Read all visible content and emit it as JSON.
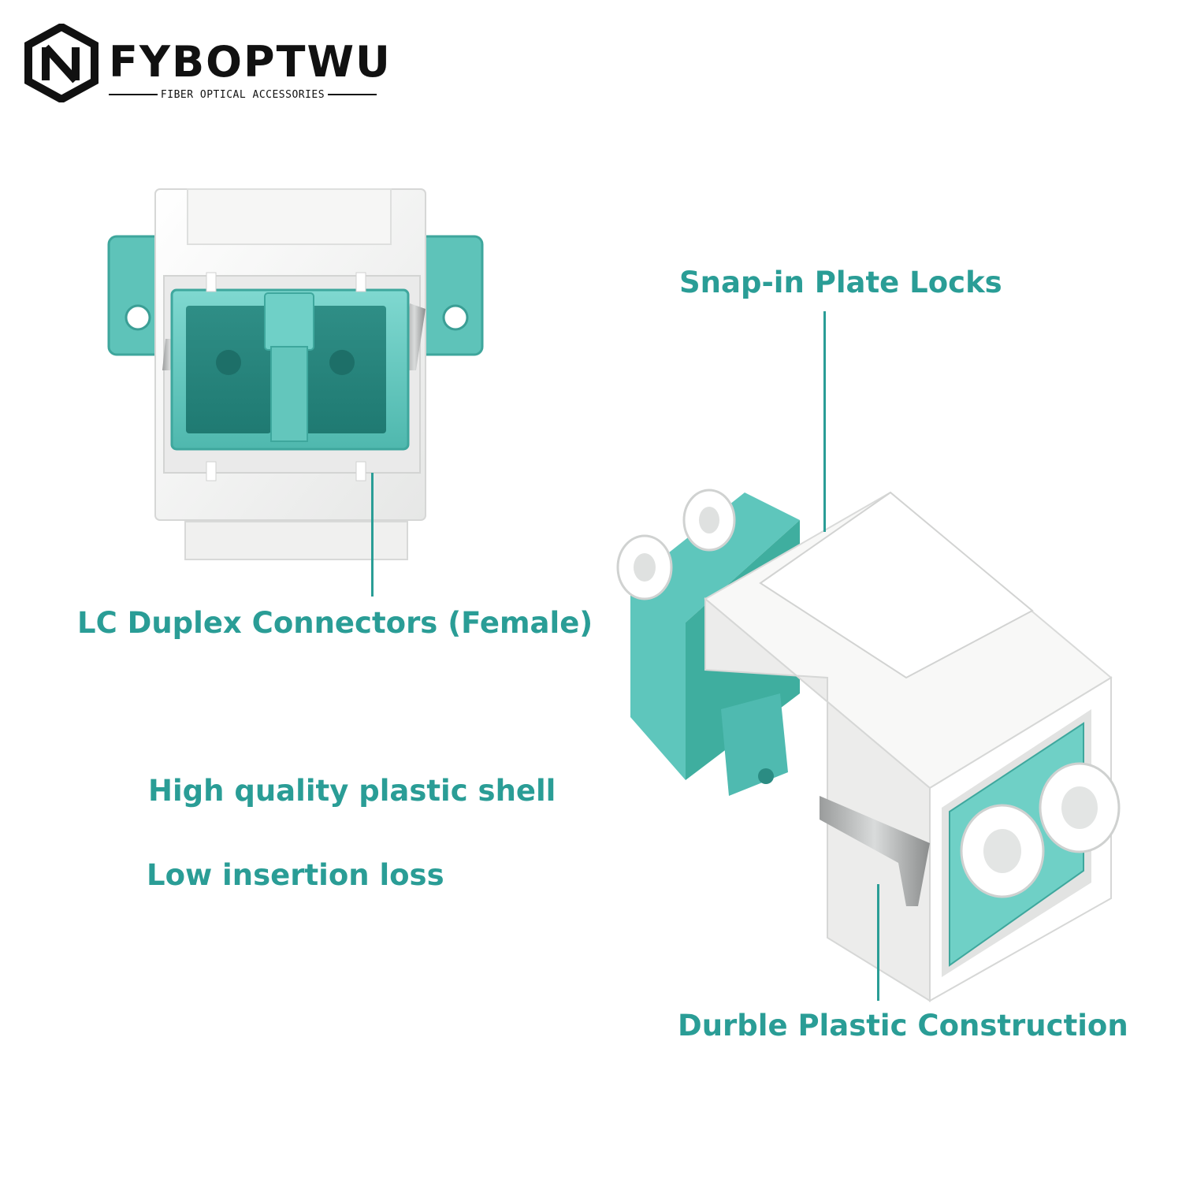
{
  "brand": {
    "name": "FYBOPTWU",
    "tagline": "FIBER OPTICAL ACCESSORIES"
  },
  "colors": {
    "accent": "#2a9d96",
    "product_teal": "#6fcfc7",
    "product_teal_dark": "#2f9e93",
    "shell_white": "#f7f7f5",
    "logo_black": "#111111"
  },
  "callouts": {
    "snap_in": "Snap-in Plate Locks",
    "lc_duplex": "LC Duplex Connectors (Female)",
    "shell": "High quality plastic shell",
    "loss": "Low insertion loss",
    "construction": "Durble Plastic Construction"
  },
  "icons": {
    "logo": "hexagon-n-logo-icon"
  }
}
